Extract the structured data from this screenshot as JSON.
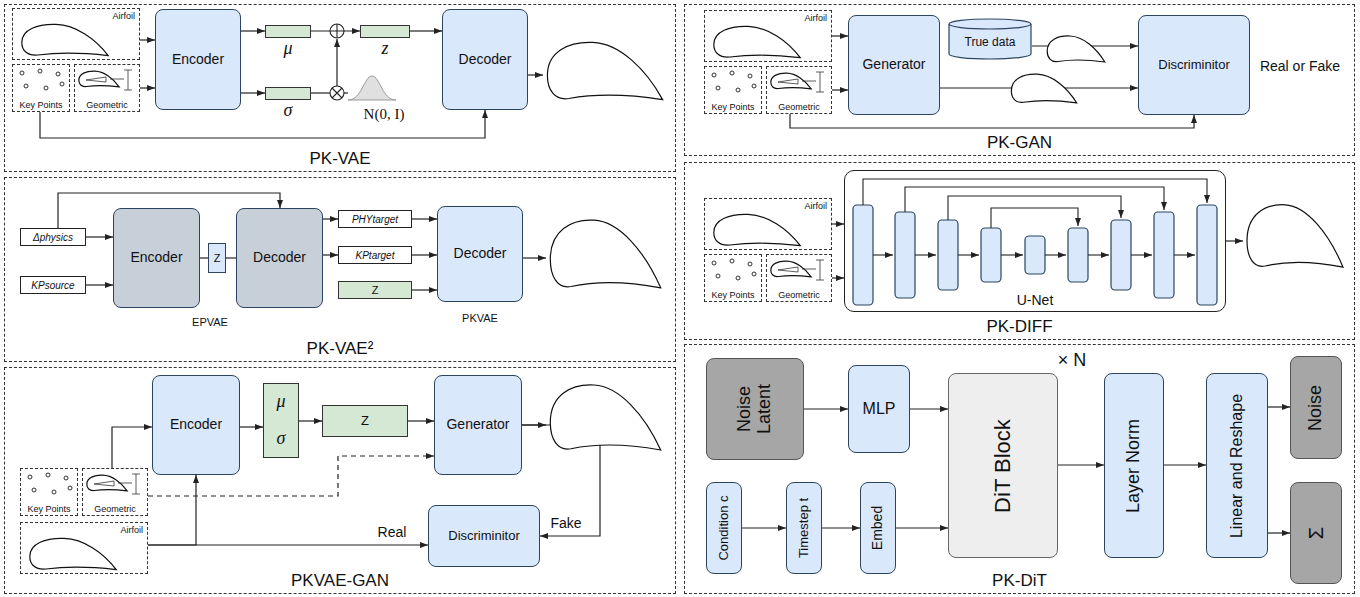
{
  "diagram": {
    "nodes": [
      {
        "text": [
          "PK-VAE"
        ]
      },
      {
        "text": [
          "Airfoil"
        ],
        "in": 0
      },
      {
        "text": [
          "Key Points"
        ],
        "in": 0
      },
      {
        "text": [
          "Geometric"
        ],
        "in": 0
      },
      {
        "text": [
          "Encoder"
        ],
        "in": 0
      },
      {
        "text": [
          "μ"
        ],
        "in": 0
      },
      {
        "text": [
          "σ"
        ],
        "in": 0
      },
      {
        "text": [
          "z"
        ],
        "in": 0
      },
      {
        "text": [
          "Decoder"
        ],
        "in": 0
      },
      {
        "text": [
          "PK-VAE²"
        ]
      },
      {
        "text": [
          "Δphysics"
        ],
        "in": 9
      },
      {
        "text": [
          "KPsource"
        ],
        "in": 9
      },
      {
        "text": [
          "Encoder"
        ],
        "in": 9
      },
      {
        "text": [
          "Z"
        ],
        "in": 9
      },
      {
        "text": [
          "Decoder"
        ],
        "in": 9
      },
      {
        "text": [
          "PHYtarget"
        ],
        "in": 9
      },
      {
        "text": [
          "KPtarget"
        ],
        "in": 9
      },
      {
        "text": [
          "Z"
        ],
        "in": 9
      },
      {
        "text": [
          "Decoder"
        ],
        "in": 9
      },
      {
        "text": [
          "PKVAE-GAN"
        ]
      },
      {
        "text": [
          "Key Points"
        ],
        "in": 19
      },
      {
        "text": [
          "Geometric"
        ],
        "in": 19
      },
      {
        "text": [
          "Airfoil"
        ],
        "in": 19
      },
      {
        "text": [
          "Encoder"
        ],
        "in": 19
      },
      {
        "text": [
          "μ",
          "σ"
        ],
        "in": 19
      },
      {
        "text": [
          "Z"
        ],
        "in": 19
      },
      {
        "text": [
          "Generator"
        ],
        "in": 19
      },
      {
        "text": [
          "Discriminitor"
        ],
        "in": 19
      },
      {
        "text": [
          "PK-GAN"
        ]
      },
      {
        "text": [
          "Airfoil"
        ],
        "in": 28
      },
      {
        "text": [
          "Key Points"
        ],
        "in": 28
      },
      {
        "text": [
          "Geometric"
        ],
        "in": 28
      },
      {
        "text": [
          "Generator"
        ],
        "in": 28
      },
      {
        "text": [
          "True data"
        ],
        "in": 28
      },
      {
        "text": [
          "Discriminitor"
        ],
        "in": 28
      },
      {
        "text": [
          "PK-DIFF"
        ]
      },
      {
        "text": [
          "Airfoil"
        ],
        "in": 35
      },
      {
        "text": [
          "Key Points"
        ],
        "in": 35
      },
      {
        "text": [
          "Geometric"
        ],
        "in": 35
      },
      {
        "text": [
          "U-Net"
        ],
        "in": 35
      },
      {
        "text": [
          "PK-DiT"
        ]
      },
      {
        "text": [
          "Noise Latent"
        ],
        "in": 40
      },
      {
        "text": [
          "MLP"
        ],
        "in": 40
      },
      {
        "text": [
          "DiT Block"
        ],
        "in": 40
      },
      {
        "text": [
          "Layer Norm"
        ],
        "in": 40
      },
      {
        "text": [
          "Linear and Reshape"
        ],
        "in": 40
      },
      {
        "text": [
          "Noise"
        ],
        "in": 40
      },
      {
        "text": [
          "Σ"
        ],
        "in": 40
      },
      {
        "text": [
          "Condition c"
        ],
        "in": 40
      },
      {
        "text": [
          "Timestep t"
        ],
        "in": 40
      },
      {
        "text": [
          "Embed"
        ],
        "in": 40
      }
    ],
    "edges": [
      {
        "from": 1,
        "to": 4,
        "arrow": "to"
      },
      {
        "from": 3,
        "to": 4,
        "arrow": "to"
      },
      {
        "from": 4,
        "to": 5,
        "arrow": "to"
      },
      {
        "from": 4,
        "to": 6,
        "arrow": "to"
      },
      {
        "from": 5,
        "to": 7,
        "arrow": "to"
      },
      {
        "from": 7,
        "to": 8,
        "arrow": "to"
      },
      {
        "from": 2,
        "to": 8,
        "arrow": "to"
      },
      {
        "from": 10,
        "to": 12,
        "arrow": "to"
      },
      {
        "from": 11,
        "to": 12,
        "arrow": "to"
      },
      {
        "from": 12,
        "to": 13,
        "arrow": "none"
      },
      {
        "from": 13,
        "to": 14,
        "arrow": "none"
      },
      {
        "from": 10,
        "to": 14,
        "arrow": "to"
      },
      {
        "from": 14,
        "to": 15,
        "arrow": "to"
      },
      {
        "from": 14,
        "to": 16,
        "arrow": "to"
      },
      {
        "from": 15,
        "to": 18,
        "arrow": "to"
      },
      {
        "from": 16,
        "to": 18,
        "arrow": "to"
      },
      {
        "from": 17,
        "to": 18,
        "arrow": "to"
      },
      {
        "from": 21,
        "to": 23,
        "arrow": "to"
      },
      {
        "from": 22,
        "to": 23,
        "arrow": "to"
      },
      {
        "from": 22,
        "to": 27,
        "label": "Real",
        "arrow": "to"
      },
      {
        "from": 23,
        "to": 24,
        "arrow": "to"
      },
      {
        "from": 24,
        "to": 25,
        "arrow": "to"
      },
      {
        "from": 25,
        "to": 26,
        "arrow": "to"
      },
      {
        "from": 21,
        "to": 26,
        "arrow": "to"
      },
      {
        "from": 26,
        "to": 27,
        "label": "Fake",
        "arrow": "to"
      },
      {
        "from": 29,
        "to": 32,
        "arrow": "to"
      },
      {
        "from": 31,
        "to": 32,
        "arrow": "to"
      },
      {
        "from": 33,
        "to": 34,
        "arrow": "to"
      },
      {
        "from": 32,
        "to": 34,
        "arrow": "to"
      },
      {
        "from": 31,
        "to": 34,
        "arrow": "to"
      },
      {
        "from": 36,
        "to": 39,
        "arrow": "to"
      },
      {
        "from": 38,
        "to": 39,
        "arrow": "to"
      },
      {
        "from": 41,
        "to": 42,
        "arrow": "to"
      },
      {
        "from": 42,
        "to": 43,
        "arrow": "to"
      },
      {
        "from": 48,
        "to": 49,
        "arrow": "to"
      },
      {
        "from": 49,
        "to": 50,
        "arrow": "to"
      },
      {
        "from": 50,
        "to": 43,
        "arrow": "to"
      },
      {
        "from": 43,
        "to": 44,
        "arrow": "to"
      },
      {
        "from": 44,
        "to": 45,
        "arrow": "to"
      },
      {
        "from": 45,
        "to": 46,
        "arrow": "to"
      },
      {
        "from": 45,
        "to": 47,
        "arrow": "to"
      }
    ],
    "labels": [
      "N(0, I)",
      "EPVAE",
      "PKVAE",
      "Real or Fake",
      "× N"
    ]
  }
}
